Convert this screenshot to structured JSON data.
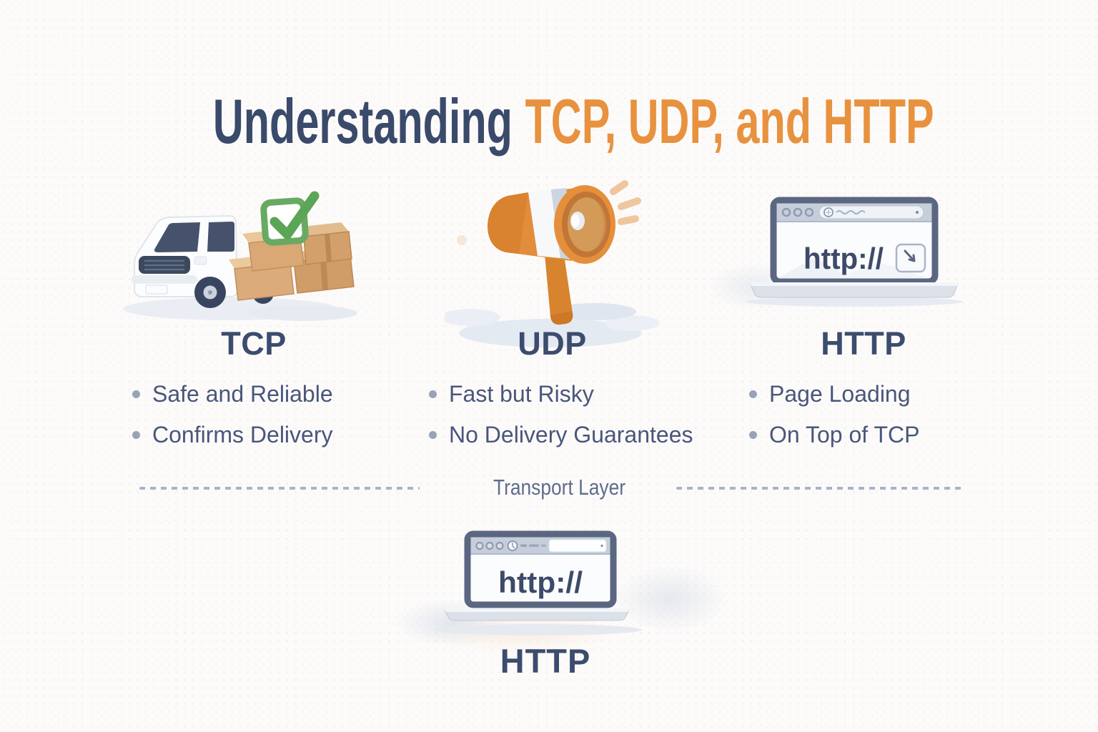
{
  "title": {
    "prefix": "Understanding",
    "highlight": "TCP, UDP, and HTTP"
  },
  "columns": [
    {
      "id": "tcp",
      "heading": "TCP",
      "icon": "delivery-van-checkmark-icon",
      "bullets": [
        "Safe and Reliable",
        "Confirms Delivery"
      ]
    },
    {
      "id": "udp",
      "heading": "UDP",
      "icon": "megaphone-icon",
      "bullets": [
        "Fast but Risky",
        "No Delivery Guarantees"
      ]
    },
    {
      "id": "http",
      "heading": "HTTP",
      "icon": "browser-laptop-icon",
      "browser_url": "http://",
      "bullets": [
        "Page Loading",
        "On Top of TCP"
      ]
    }
  ],
  "divider": {
    "label": "Transport Layer"
  },
  "bottom_section": {
    "heading": "HTTP",
    "icon": "browser-laptop-icon",
    "browser_url": "http://"
  },
  "colors": {
    "background": "#fdfbfa",
    "title_navy": "#3a4a6b",
    "accent_orange": "#e8923f",
    "heading_navy": "#3c4c6e",
    "body_text": "#49567b",
    "bullet_dot": "#97a3b6",
    "divider_dash": "#a8b4c7",
    "divider_text": "#5e6d8c",
    "url_text": "#3d4a69",
    "check_green": "#5ba556",
    "box_tan": "#dcab7a",
    "megaphone_orange": "#e28d3b",
    "laptop_frame": "#5b6781"
  }
}
